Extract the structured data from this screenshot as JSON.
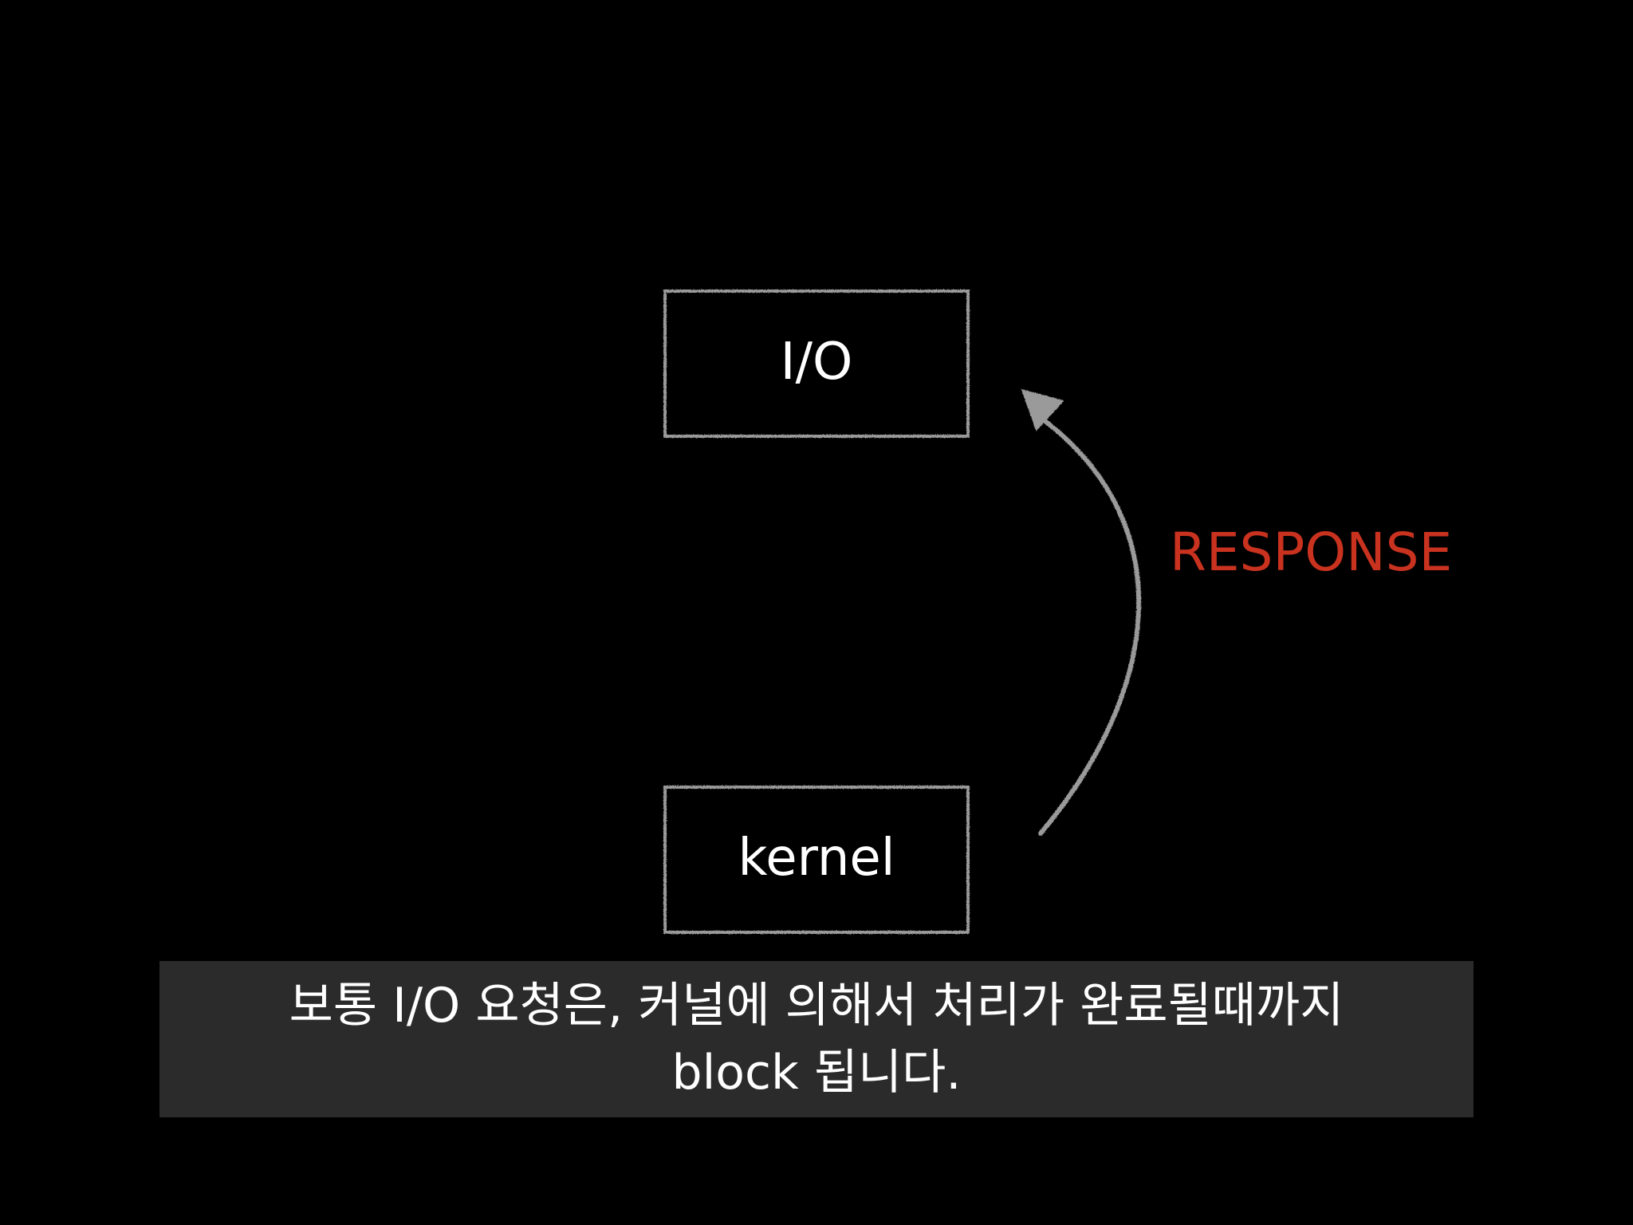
{
  "diagram": {
    "top_box_label": "I/O",
    "bottom_box_label": "kernel",
    "arrow_label": "RESPONSE",
    "colors": {
      "background": "#000000",
      "chalk": "#9a9a9a",
      "label": "#ffffff",
      "accent": "#c8321f"
    }
  },
  "caption": {
    "text": "보통 I/O 요청은, 커널에 의해서 처리가 완료될때까지\nblock 됩니다."
  }
}
